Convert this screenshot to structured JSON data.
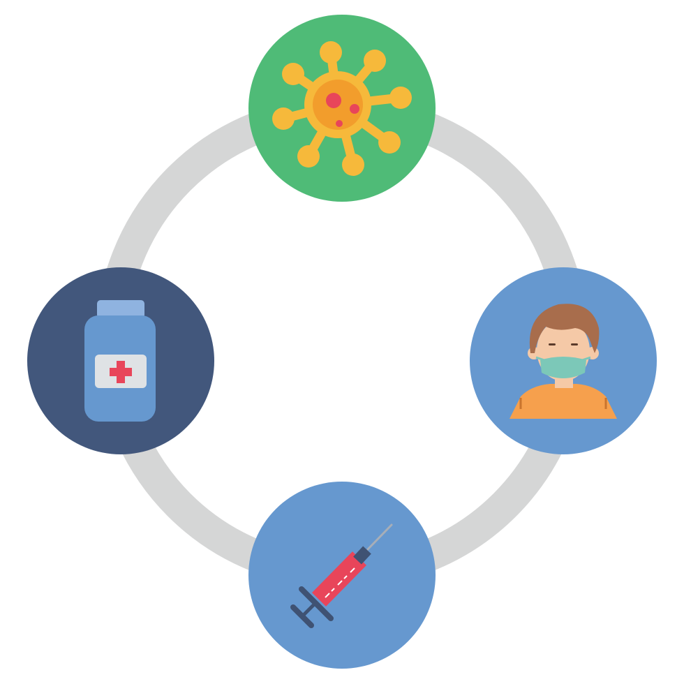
{
  "diagram": {
    "type": "cycle",
    "colors": {
      "background": "#ffffff",
      "ring": "#d5d6d6"
    },
    "nodes": [
      {
        "id": "virus",
        "icon": "virus-icon",
        "circle_color": "#4fbb77",
        "colors": {
          "body": "#f6b93b",
          "core": "#f29d2c",
          "spots": "#e8455a"
        }
      },
      {
        "id": "masked-person",
        "icon": "masked-person-icon",
        "circle_color": "#6698cf",
        "colors": {
          "hair": "#a86d4c",
          "skin": "#f5c9a7",
          "mask": "#7cc8b8",
          "shirt": "#f6a04d",
          "straps": "#c9742d"
        }
      },
      {
        "id": "syringe",
        "icon": "syringe-icon",
        "circle_color": "#6698cf",
        "colors": {
          "barrel": "#e8455a",
          "plunger": "#3f5273",
          "needle": "#a7aeb8"
        }
      },
      {
        "id": "medicine-bottle",
        "icon": "medicine-bottle-icon",
        "circle_color": "#42577c",
        "colors": {
          "cap": "#8fb3e0",
          "bottle": "#6698cf",
          "label": "#dfe2e5",
          "cross": "#e8455a"
        }
      }
    ]
  }
}
